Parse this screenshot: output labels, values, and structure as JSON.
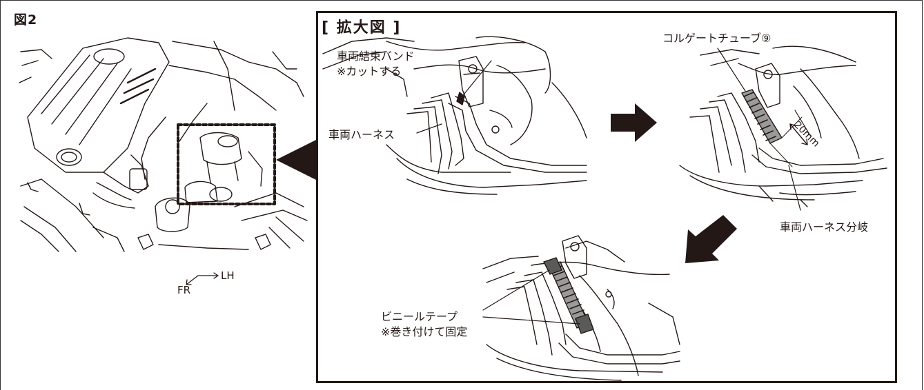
{
  "figure_label": "図2",
  "box_title": "[ 拡大図 ]",
  "labels": {
    "binding_band_line1": "車両結束バンド",
    "binding_band_line2": "※カットする",
    "vehicle_harness": "車両ハーネス",
    "corrugate_tube": "コルゲートチューブ⑨",
    "dimension": "20mm",
    "harness_branch": "車両ハーネス分岐",
    "vinyl_tape_line1": "ビニールテープ",
    "vinyl_tape_line2": "※巻き付けて固定"
  },
  "direction": {
    "fr": "FR",
    "lh": "LH"
  }
}
